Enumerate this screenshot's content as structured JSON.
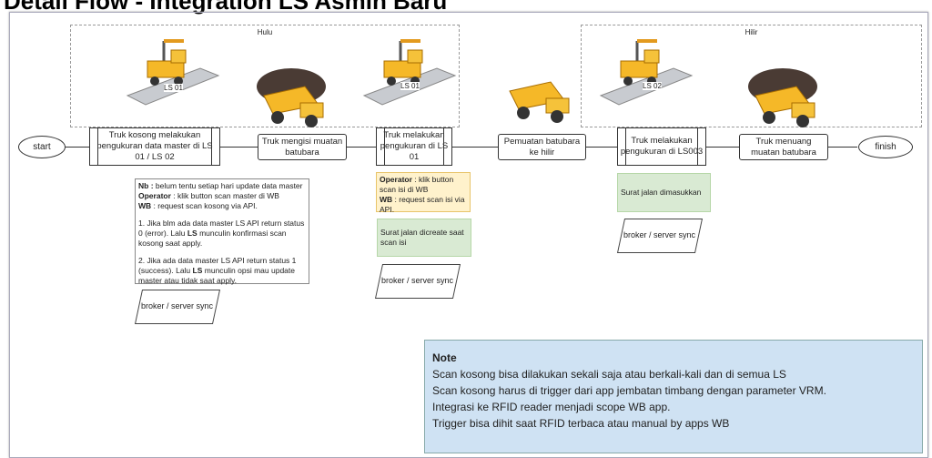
{
  "title": "Detail Flow - Integration LS Asmin Baru",
  "zones": {
    "hulu": "Hulu",
    "hilir": "Hilir"
  },
  "flow": {
    "start": "start",
    "finish": "finish",
    "steps": [
      "Truk kosong melakukan pengukuran data master di LS 01 / LS 02",
      "Truk mengisi muatan batubara",
      "Truk melakukan pengukuran di LS 01",
      "Pemuatan batubara ke hilir",
      "Truk melakukan pengukuran di LS003",
      "Truk menuang muatan batubara"
    ]
  },
  "scale_labels": [
    "LS 01",
    "LS 01",
    "LS 02"
  ],
  "note1": {
    "nb_label": "Nb :",
    "nb": " belum tentu setiap hari update data master",
    "op_label": "Operator",
    "op": " : klik button scan master di WB",
    "wb_label": "WB",
    "wb": " : request scan kosong via API.",
    "p1a": "1. Jika blm ada data master LS API return status 0 (error). Lalu ",
    "p1b": "LS",
    "p1c": " munculin konfirmasi scan kosong saat apply.",
    "p2a": "2. Jika ada data master LS API return status 1 (success). Lalu ",
    "p2b": "LS",
    "p2c": " munculin opsi mau update master atau tidak saat apply."
  },
  "note2": {
    "op_label": "Operator",
    "op": " : klik button scan isi di WB",
    "wb_label": "WB",
    "wb": " : request scan isi via API."
  },
  "green1": "Surat jalan dicreate saat scan isi",
  "green2": "Surat jalan dimasukkan",
  "broker": "broker / server sync",
  "note": {
    "heading": "Note",
    "lines": [
      "Scan kosong bisa dilakukan sekali saja atau berkali-kali dan di semua LS",
      "Scan kosong harus di trigger dari app jembatan timbang dengan parameter VRM.",
      "Integrasi ke RFID reader menjadi scope WB app.",
      "Trigger bisa dihit saat RFID terbaca atau manual by apps WB"
    ]
  }
}
